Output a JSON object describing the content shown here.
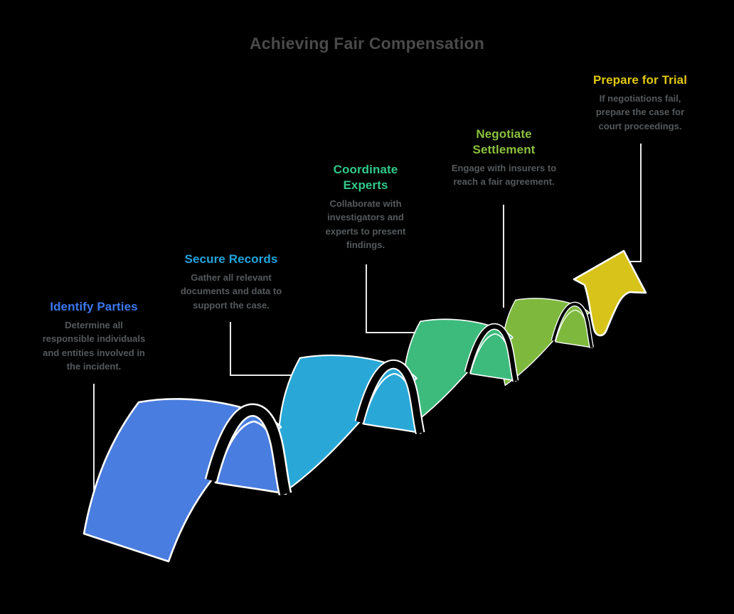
{
  "title": "Achieving Fair Compensation",
  "colors": {
    "background": "#000000",
    "title": "#4a4a4a",
    "description": "#55595c",
    "connector": "#e9e9e9",
    "outline": "#ffffff",
    "wave_line": "#000000"
  },
  "steps": [
    {
      "label": "Identify Parties",
      "description": "Determine all responsible individuals and entities involved in the incident.",
      "label_color": "#3b78ef",
      "ribbon_color": "#4a7de0"
    },
    {
      "label": "Secure Records",
      "description": "Gather all relevant documents and data to support the case.",
      "label_color": "#21a4dd",
      "ribbon_color": "#29a8d8"
    },
    {
      "label": "Coordinate Experts",
      "description": "Collaborate with investigators and experts to present findings.",
      "label_color": "#32c98a",
      "ribbon_color": "#3dbb7d"
    },
    {
      "label": "Negotiate Settlement",
      "description": "Engage with insurers to reach a fair agreement.",
      "label_color": "#8bc03f",
      "ribbon_color": "#7eb93e"
    },
    {
      "label": "Prepare for Trial",
      "description": "If negotiations fail, prepare the case for court proceedings.",
      "label_color": "#e2c910",
      "ribbon_color": "#d8c31b"
    }
  ]
}
